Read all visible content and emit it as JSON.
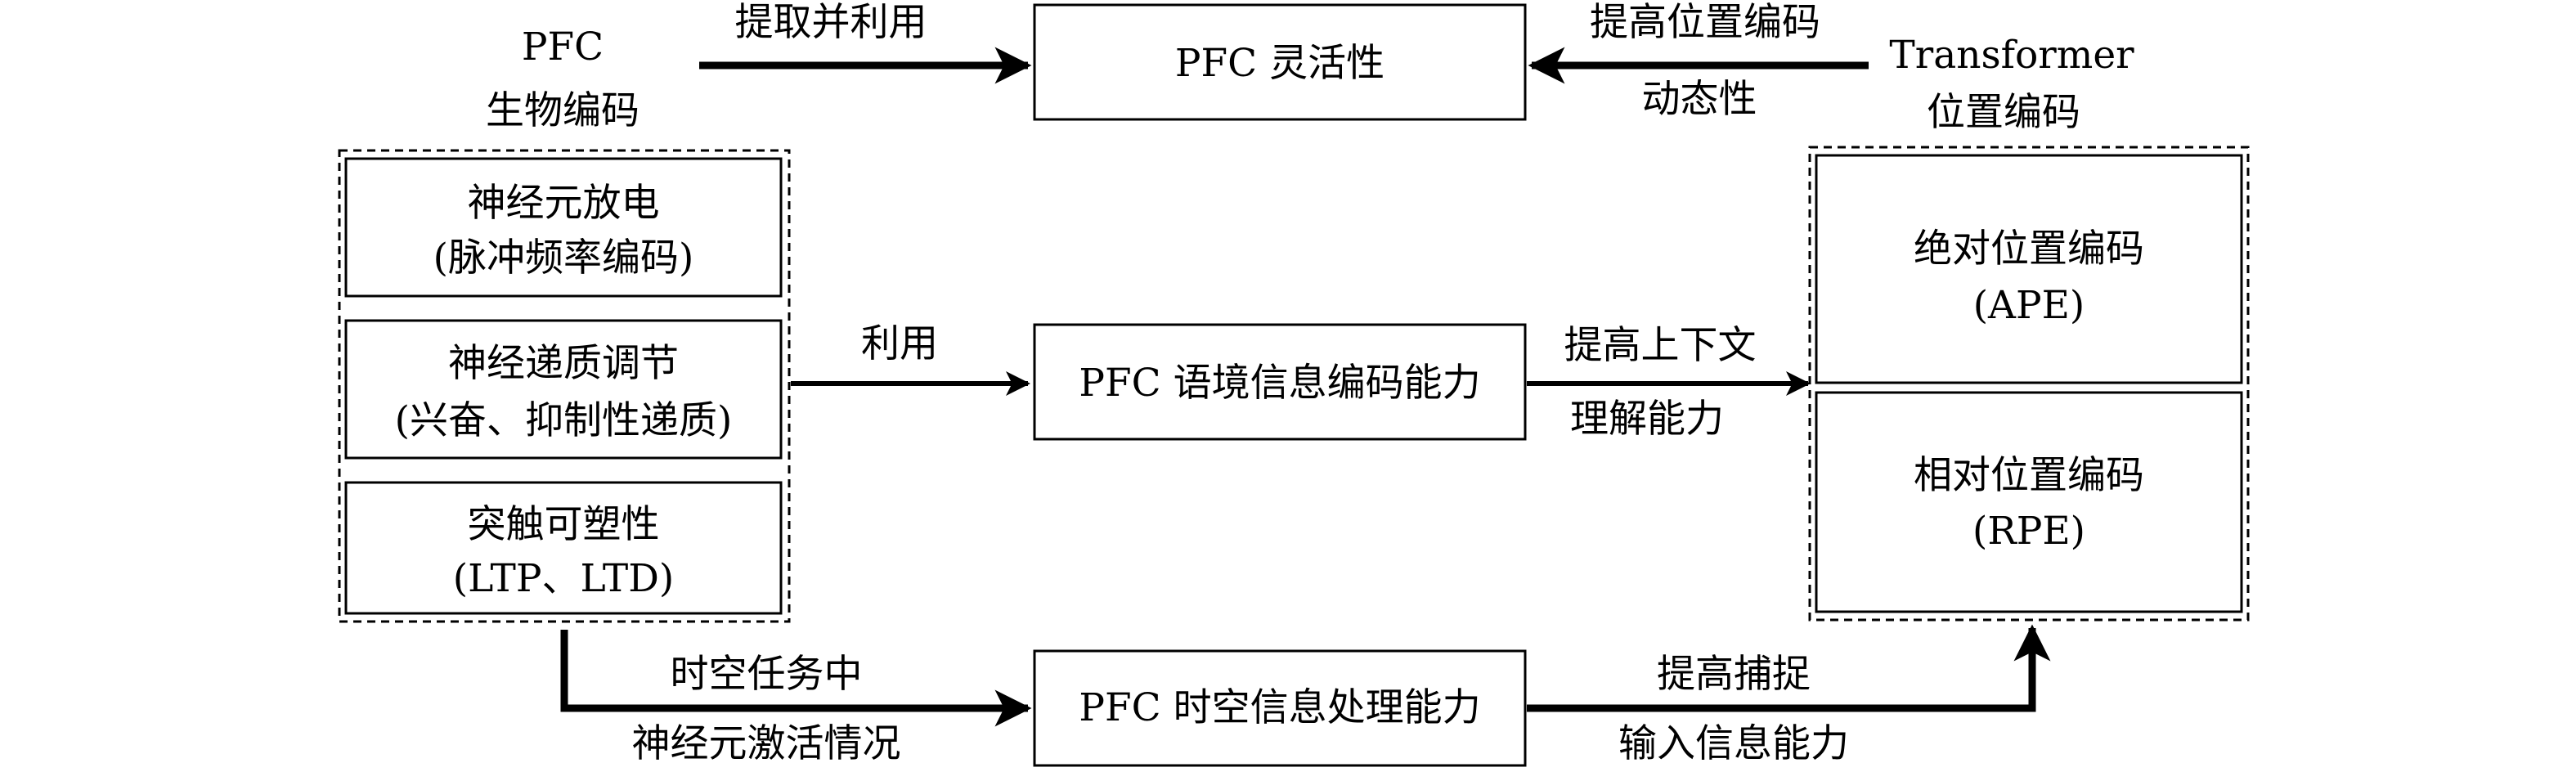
{
  "left_group": {
    "title_line1": "PFC",
    "title_line2": "生物编码",
    "boxes": [
      {
        "line1": "神经元放电",
        "line2": "(脉冲频率编码)"
      },
      {
        "line1": "神经递质调节",
        "line2": "(兴奋、抑制性递质)"
      },
      {
        "line1": "突触可塑性",
        "line2": "(LTP、LTD)"
      }
    ]
  },
  "center_boxes": {
    "top": "PFC 灵活性",
    "middle": "PFC 语境信息编码能力",
    "bottom": "PFC 时空信息处理能力"
  },
  "right_group": {
    "title_line1": "Transformer",
    "title_line2": "位置编码",
    "boxes": [
      {
        "line1": "绝对位置编码",
        "line2": "(APE)"
      },
      {
        "line1": "相对位置编码",
        "line2": "(RPE)"
      }
    ]
  },
  "edge_labels": {
    "top_left": "提取并利用",
    "top_right_line1": "提高位置编码",
    "top_right_line2": "动态性",
    "mid_left": "利用",
    "mid_right_line1": "提高上下文",
    "mid_right_line2": "理解能力",
    "bottom_left_line1": "时空任务中",
    "bottom_left_line2": "神经元激活情况",
    "bottom_right_line1": "提高捕捉",
    "bottom_right_line2": "输入信息能力"
  }
}
